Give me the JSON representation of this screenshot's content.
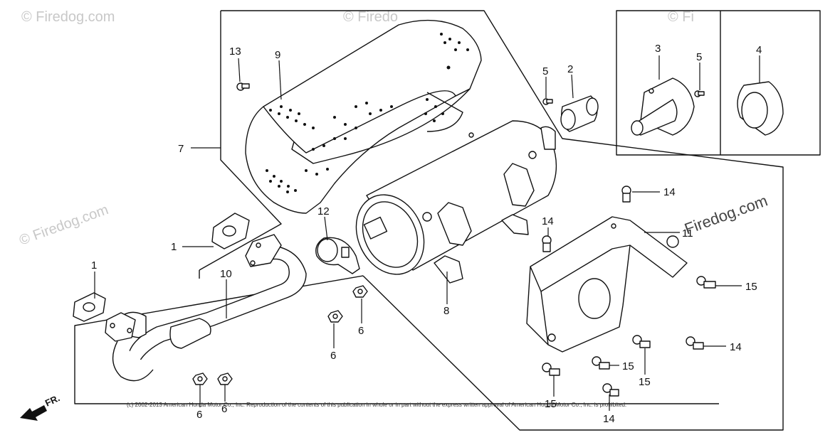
{
  "watermark": {
    "brand": "© Firedog.com",
    "brand_short": "© Firedo",
    "brand_tail": "© Fi",
    "brand_large": "Firedog.com"
  },
  "copyright": "(c) 2002-2013 American Honda Motor Co., Inc. Reproduction of the contents of this publication in whole or in part without the express written approval of American Honda Motor Co., Inc. is prohibited.",
  "direction_label": "FR.",
  "callouts": {
    "c1a": "1",
    "c1b": "1",
    "c2": "2",
    "c3": "3",
    "c4": "4",
    "c5a": "5",
    "c5b": "5",
    "c6a": "6",
    "c6b": "6",
    "c6c": "6",
    "c6d": "6",
    "c7": "7",
    "c8": "8",
    "c9": "9",
    "c10": "10",
    "c11": "11",
    "c12": "12",
    "c13": "13",
    "c14a": "14",
    "c14b": "14",
    "c14c": "14",
    "c14d": "14",
    "c15a": "15",
    "c15b": "15",
    "c15c": "15",
    "c15d": "15"
  }
}
